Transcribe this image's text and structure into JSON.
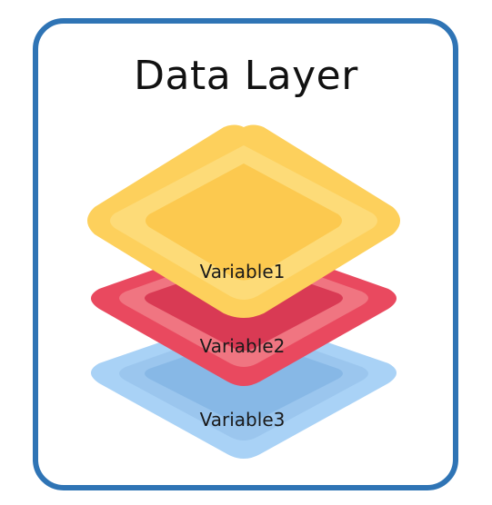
{
  "title": "Data Layer",
  "layers": [
    {
      "label": "Variable1",
      "color": "#fdd05c"
    },
    {
      "label": "Variable2",
      "color": "#e9495f"
    },
    {
      "label": "Variable3",
      "color": "#a9d2f6"
    }
  ]
}
